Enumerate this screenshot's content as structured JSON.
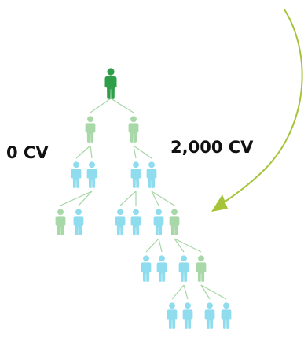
{
  "labels": {
    "left_cv": "0 CV",
    "right_cv": "2,000 CV"
  },
  "colors": {
    "top": "#2e9e48",
    "green": "#a8d8a8",
    "blue": "#8fdcee",
    "line": "#a6d6a6",
    "arrow": "#a6c43a",
    "text": "#111111"
  },
  "icons": {
    "person": "person-icon",
    "arrow": "curved-arrow-icon"
  },
  "tree": {
    "root_color": "top",
    "levels": [
      [
        {
          "color": "green"
        },
        {
          "color": "green"
        }
      ],
      [
        {
          "color": "blue",
          "parent": 0
        },
        {
          "color": "blue",
          "parent": 0
        },
        {
          "color": "blue",
          "parent": 1
        },
        {
          "color": "blue",
          "parent": 1
        }
      ],
      [
        {
          "color": "green",
          "parent": 1
        },
        {
          "color": "blue",
          "parent": 1
        },
        {
          "color": "blue",
          "parent": 2
        },
        {
          "color": "blue",
          "parent": 2
        },
        {
          "color": "blue",
          "parent": 3
        },
        {
          "color": "green",
          "parent": 3
        }
      ],
      [
        {
          "color": "blue",
          "parent": 4
        },
        {
          "color": "blue",
          "parent": 4
        },
        {
          "color": "blue",
          "parent": 5
        },
        {
          "color": "green",
          "parent": 5
        }
      ],
      [
        {
          "color": "blue",
          "parent": 3
        },
        {
          "color": "blue",
          "parent": 3
        },
        {
          "color": "blue",
          "parent": 3
        },
        {
          "color": "blue",
          "parent": 3
        }
      ]
    ]
  }
}
